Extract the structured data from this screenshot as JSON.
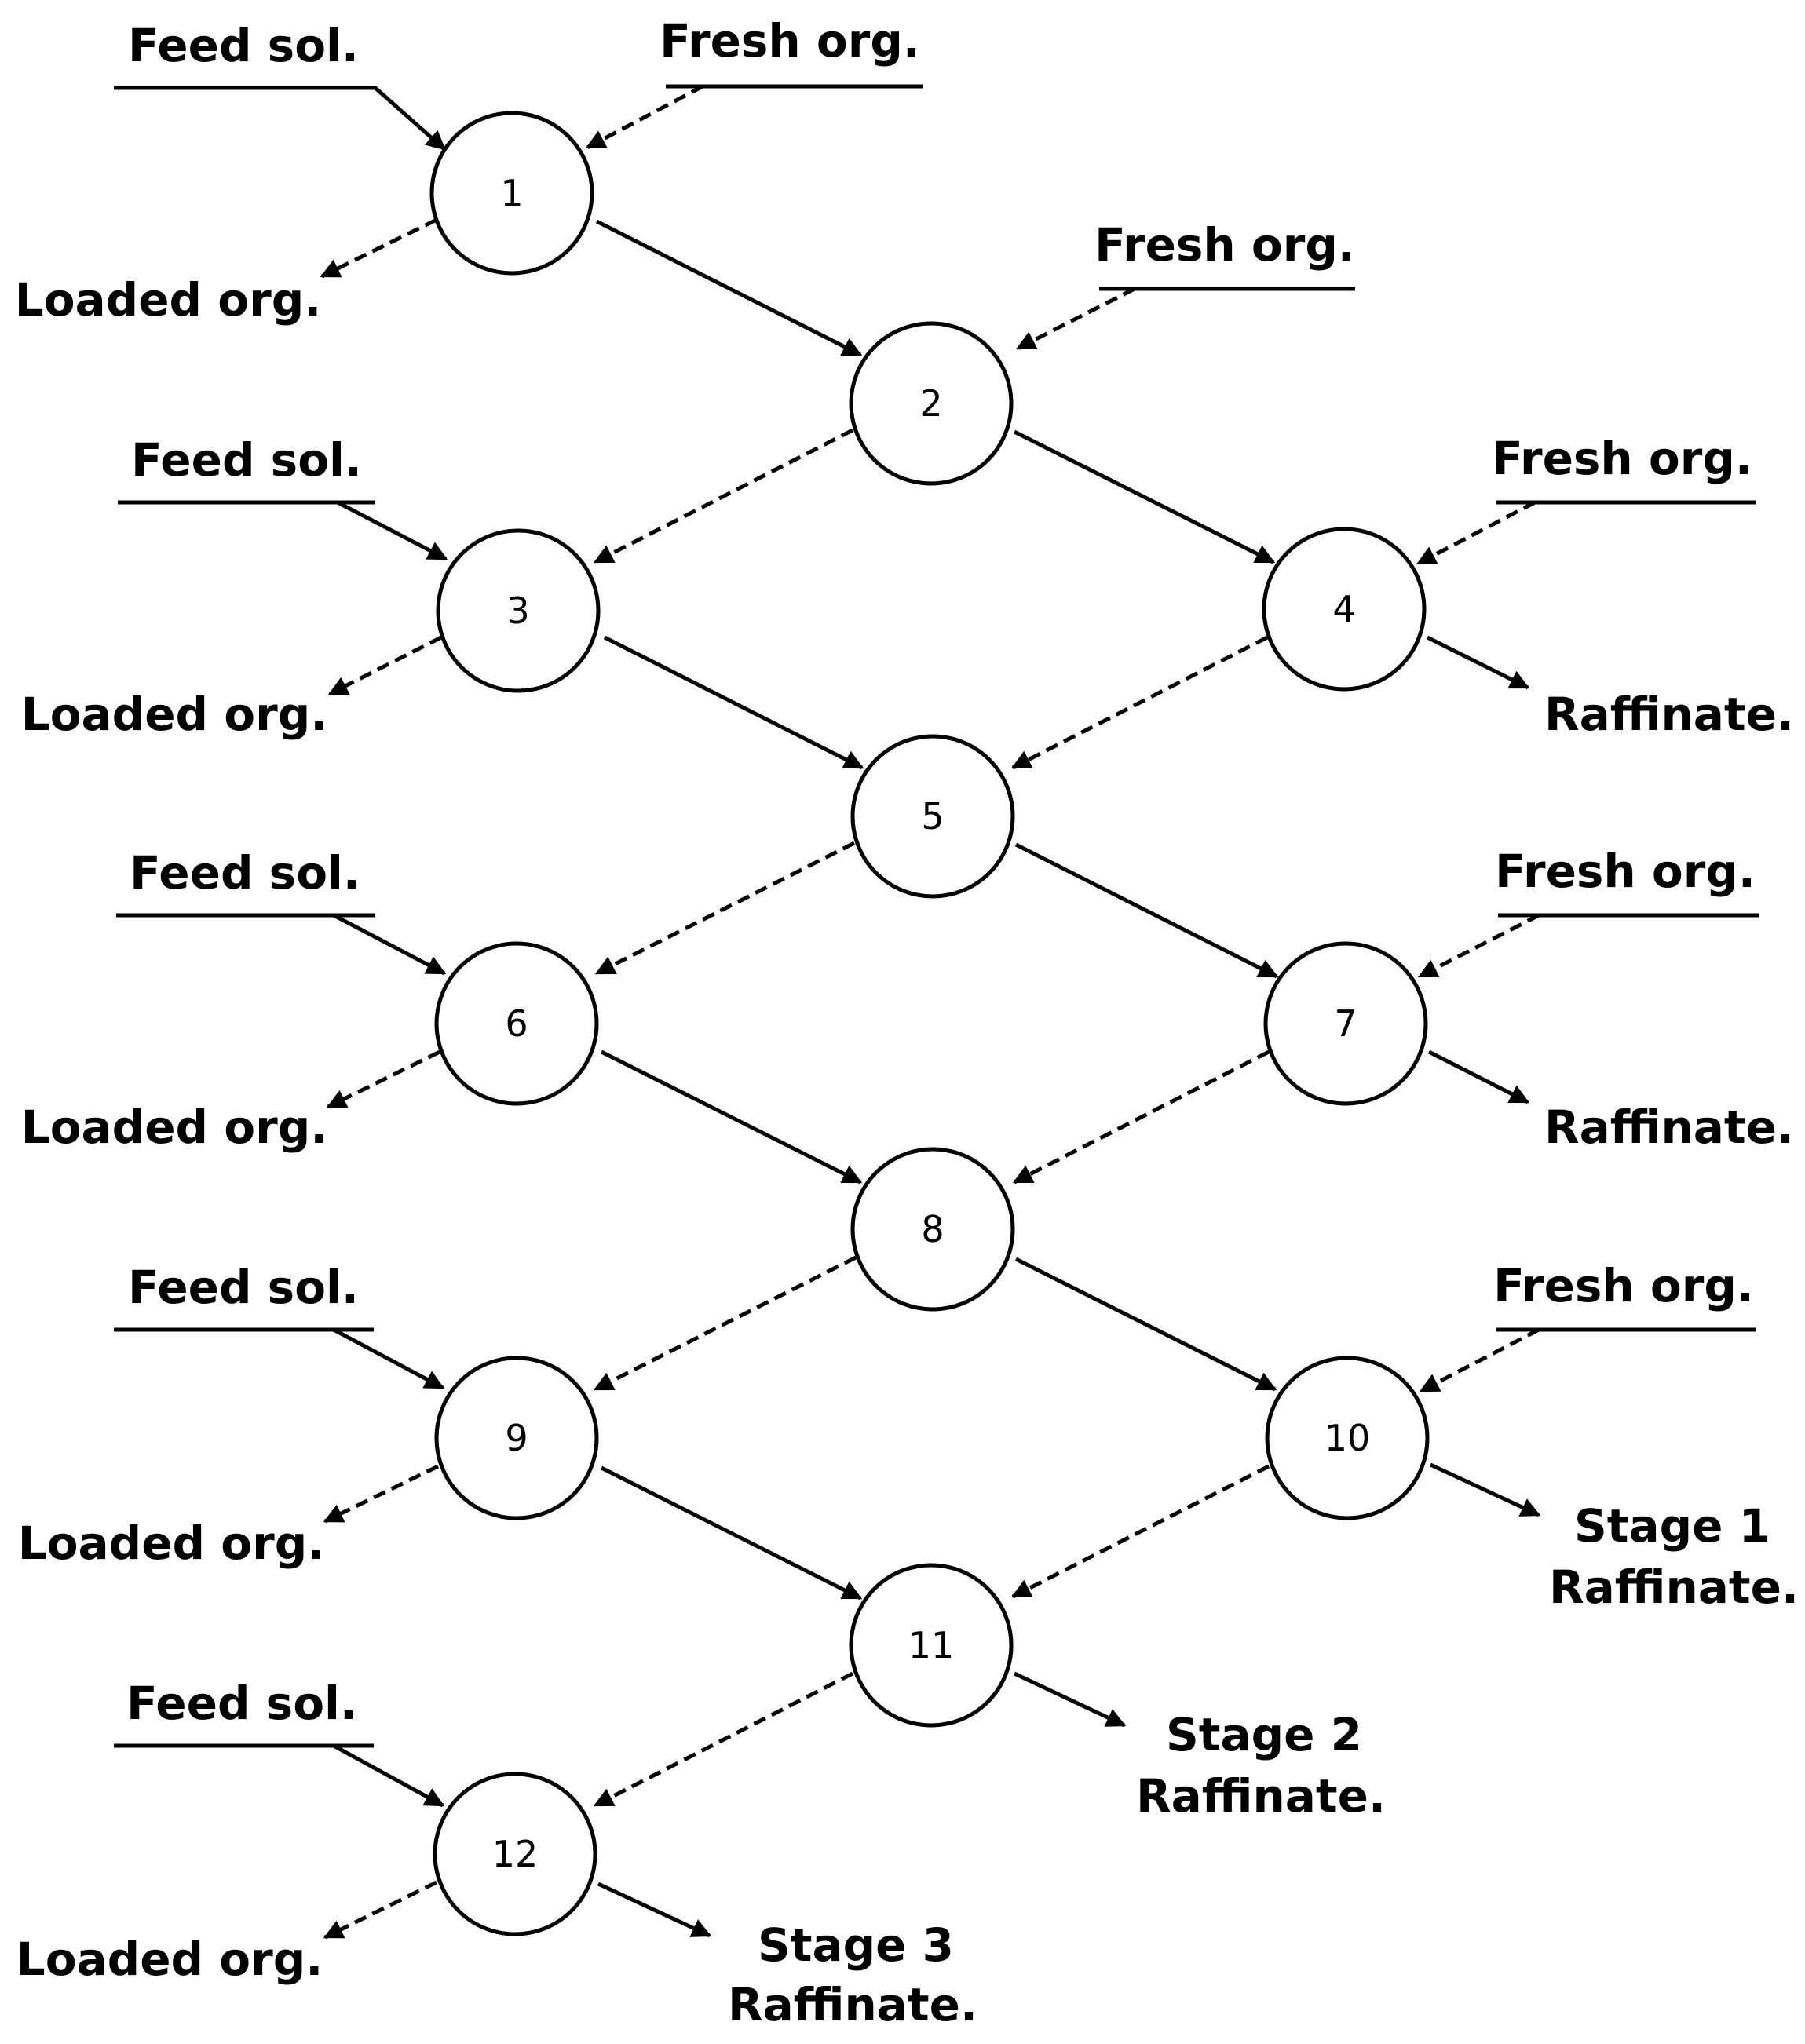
{
  "stages": [
    {
      "id": "1",
      "label": "1"
    },
    {
      "id": "2",
      "label": "2"
    },
    {
      "id": "3",
      "label": "3"
    },
    {
      "id": "4",
      "label": "4"
    },
    {
      "id": "5",
      "label": "5"
    },
    {
      "id": "6",
      "label": "6"
    },
    {
      "id": "7",
      "label": "7"
    },
    {
      "id": "8",
      "label": "8"
    },
    {
      "id": "9",
      "label": "9"
    },
    {
      "id": "10",
      "label": "10"
    },
    {
      "id": "11",
      "label": "11"
    },
    {
      "id": "12",
      "label": "12"
    }
  ],
  "labels": {
    "feed_solution": "Feed sol.",
    "fresh_organic": "Fresh org.",
    "loaded_organic": "Loaded org.",
    "raffinate": "Raffinate.",
    "stage1": "Stage 1",
    "stage2": "Stage 2",
    "stage3": "Stage 3"
  }
}
